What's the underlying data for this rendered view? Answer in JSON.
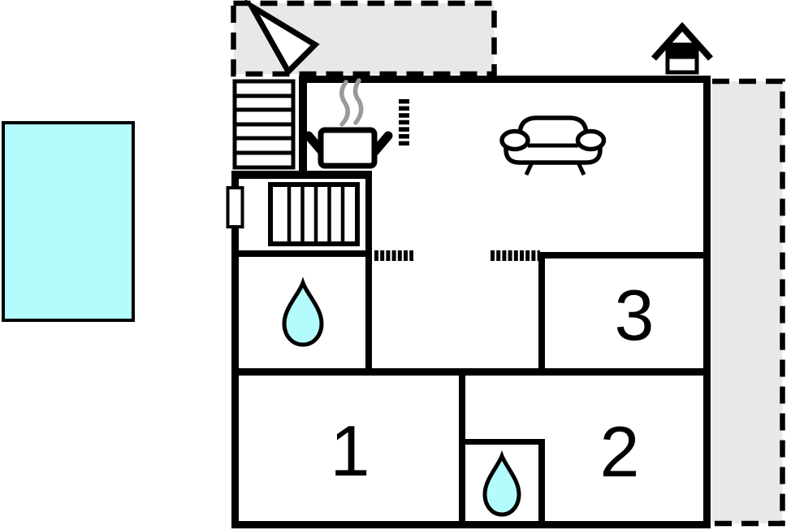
{
  "page": {
    "background": "#ffffff"
  },
  "colors": {
    "wall": "#000000",
    "water": "#b4fbfd",
    "terrace": "#e8e8e8",
    "steam": "#9a9a9a"
  },
  "rooms": {
    "bedroom1_label": "1",
    "bedroom2_label": "2",
    "bedroom3_label": "3"
  },
  "icons": {
    "north_arrow": "north-arrow-icon",
    "chimney": "house-chimney-icon",
    "stairs": "staircase-icon",
    "cooking_pot": "cooking-pot-steam-icon",
    "radiator": "radiator-icon",
    "sofa": "sofa-icon",
    "water_drop": "water-drop-icon",
    "pool": "swimming-pool",
    "window": "window",
    "door_opening": "hatched-door-opening"
  }
}
